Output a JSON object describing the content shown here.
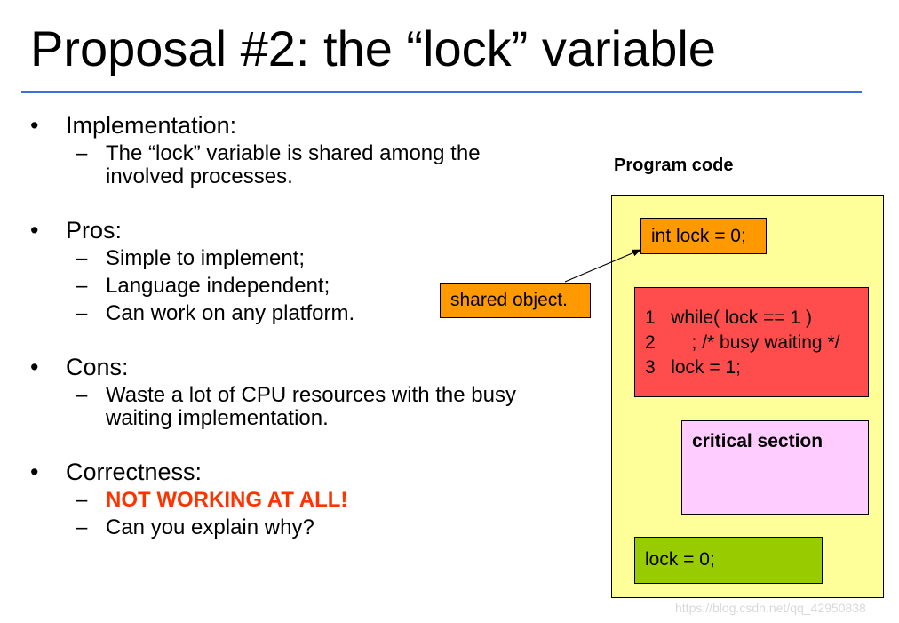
{
  "slide": {
    "title": "Proposal #2: the “lock” variable",
    "bullet_symbol": "•",
    "dash_symbol": "–",
    "sections": [
      {
        "heading": "Implementation:",
        "items": [
          "The “lock” variable is shared among the",
          "involved processes."
        ]
      },
      {
        "heading": "Pros:",
        "items": [
          "Simple to implement;",
          "Language independent;",
          "Can work on any platform."
        ]
      },
      {
        "heading": "Cons:",
        "items": [
          "Waste a lot of CPU resources with the busy",
          "waiting implementation."
        ]
      },
      {
        "heading": "Correctness:",
        "items": [
          "NOT WORKING AT ALL!",
          "Can you explain why?"
        ]
      }
    ]
  },
  "diagram": {
    "program_label": "Program code",
    "init_code": "int lock = 0;",
    "shared_label": "shared object.",
    "loop_lines": [
      {
        "num": "1",
        "code": "while( lock == 1 )"
      },
      {
        "num": "2",
        "code": "    ; /* busy waiting */"
      },
      {
        "num": "3",
        "code": "lock = 1;"
      }
    ],
    "critical_label": "critical section",
    "release_code": "lock = 0;"
  },
  "watermark": "https://blog.csdn.net/qq_42950838",
  "colors": {
    "title_rule": "#3d6fe0",
    "program_bg": "#ffff99",
    "orange_box": "#ff9900",
    "red_box": "#ff4d4d",
    "critical_box": "#ffccff",
    "green_box": "#99cc00",
    "warning_text": "#ff3300"
  }
}
